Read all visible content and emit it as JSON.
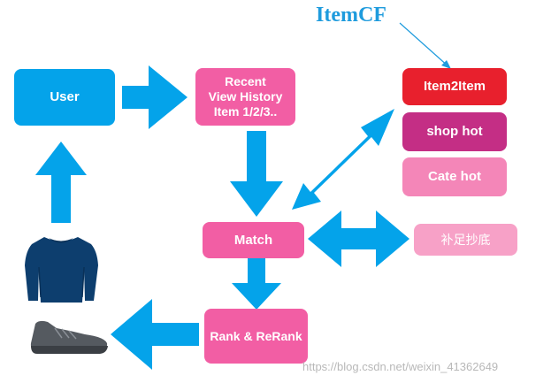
{
  "title": "ItemCF",
  "nodes": {
    "user": "User",
    "recent": [
      "Recent",
      "View History",
      "Item 1/2/3.."
    ],
    "item2item": "Item2Item",
    "shop_hot": "shop hot",
    "cate_hot": "Cate hot",
    "match": "Match",
    "fill": "补足抄底",
    "rank": "Rank & ReRank"
  },
  "icons": {
    "sweater": "sweater-icon",
    "sneaker": "sneaker-icon"
  },
  "watermark": "https://blog.csdn.net/weixin_41362649",
  "colors": {
    "blue": "#04A3EA",
    "pink": "#F25EA4",
    "red": "#E8202D",
    "magenta": "#C42E85",
    "light_pink": "#F486B8",
    "sweater": "#0D3E6E",
    "sneaker": "#555a60",
    "title": "#1E9BDD"
  }
}
